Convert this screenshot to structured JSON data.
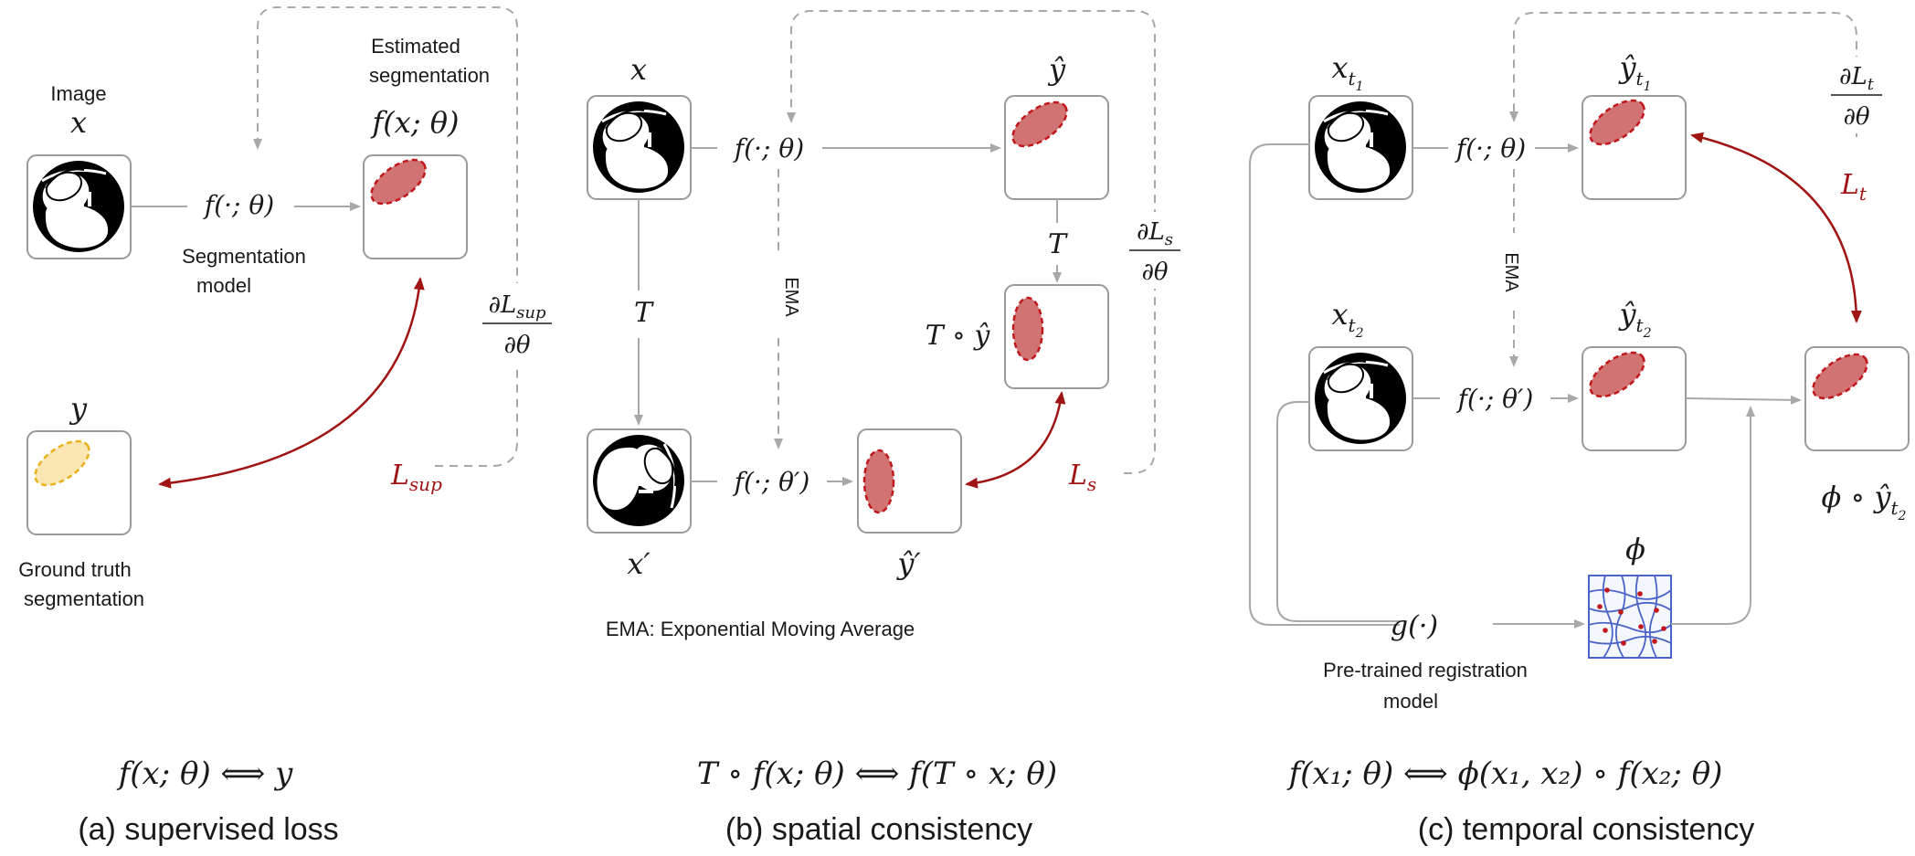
{
  "panel_a": {
    "image_label": "Image",
    "estimated_label_1": "Estimated",
    "estimated_label_2": "segmentation",
    "x": "x",
    "f_x_theta": "f(x; θ)",
    "f_dot_theta": "f(·; θ)",
    "model_label_1": "Segmentation",
    "model_label_2": "model",
    "y": "y",
    "gt_label_1": "Ground truth",
    "gt_label_2": "segmentation",
    "grad_num": "∂L",
    "grad_sub": "sup",
    "grad_den": "∂θ",
    "loss": "L",
    "loss_sub": "sup",
    "equation": "f(x; θ) ⟺ y",
    "caption": "(a) supervised loss"
  },
  "panel_b": {
    "x": "x",
    "x_prime": "x′",
    "y_hat": "ŷ",
    "y_hat_prime": "ŷ′",
    "T_label": "T",
    "T_right": "T",
    "T_o_yhat": "T ∘ ŷ",
    "f_dot_theta": "f(·; θ)",
    "f_dot_theta_prime": "f(·; θ′)",
    "ema": "EMA",
    "grad_num": "∂L",
    "grad_sub": "s",
    "grad_den": "∂θ",
    "loss": "L",
    "loss_sub": "s",
    "ema_note": "EMA: Exponential Moving Average",
    "equation": "T ∘ f(x; θ) ⟺ f(T ∘ x; θ)",
    "caption": "(b) spatial consistency"
  },
  "panel_c": {
    "x_t1": "x",
    "x_t1_sub": "t",
    "x_t1_subsub": "1",
    "x_t2": "x",
    "x_t2_sub": "t",
    "x_t2_subsub": "2",
    "y_t1": "ŷ",
    "y_t2": "ŷ",
    "f_dot_theta": "f(·; θ)",
    "f_dot_theta_prime": "f(·; θ′)",
    "ema": "EMA",
    "grad_num": "∂L",
    "grad_sub": "t",
    "grad_den": "∂θ",
    "loss": "L",
    "loss_sub": "t",
    "phi": "ϕ",
    "phi_o_y": "ϕ ∘ ŷ",
    "g_dot": "g(·)",
    "reg_label_1": "Pre-trained registration",
    "reg_label_2": "model",
    "equation": "f(x₁; θ) ⟺ ϕ(x₁, x₂) ∘ f(x₂; θ)",
    "caption": "(c) temporal consistency"
  }
}
